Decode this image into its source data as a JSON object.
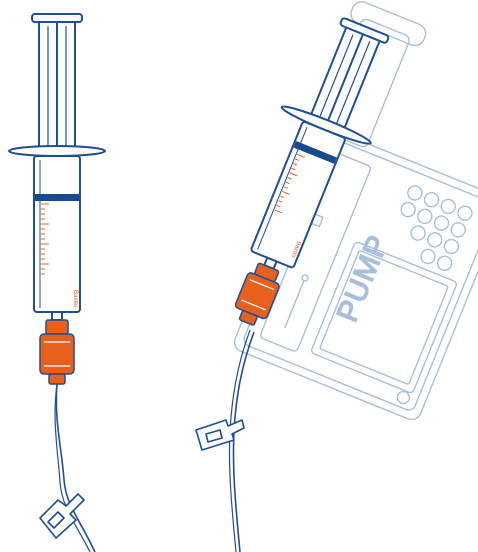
{
  "illustration": {
    "left_syringe": {
      "name": "standalone-syringe",
      "brand_text": "Baxter"
    },
    "right_assembly": {
      "name": "syringe-in-pump",
      "brand_text": "Baxter",
      "pump_label": "PUMP"
    },
    "colors": {
      "outline": "#1f4e96",
      "plunger_band": "#174b8f",
      "connector": "#e8601c",
      "scale": "#e8601c",
      "pump_outline": "#a9bedb",
      "tubing": "#1f4e96"
    }
  }
}
